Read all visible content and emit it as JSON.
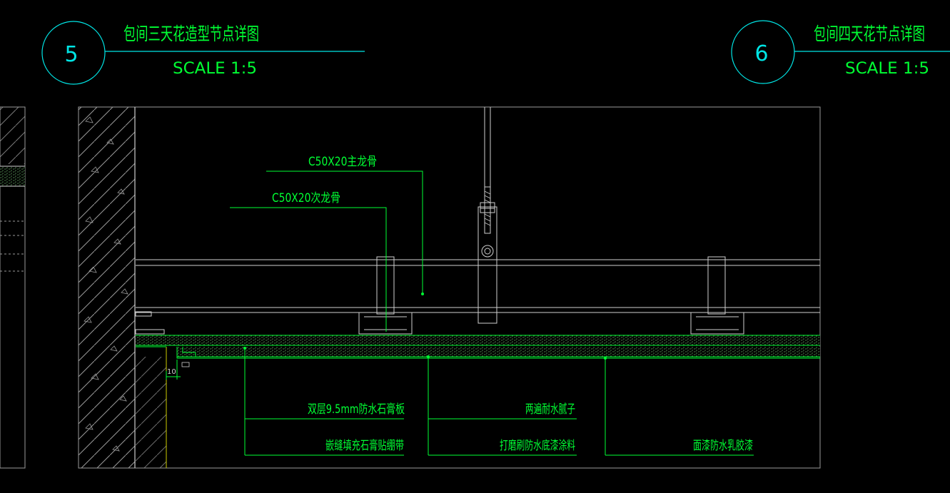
{
  "colors": {
    "background": "#000000",
    "cyan": "#00e5e5",
    "green": "#00ff33",
    "white": "#cfcfcf",
    "grey": "#9a9a9a"
  },
  "details": [
    {
      "number": "5",
      "title": "包间三天花造型节点详图",
      "scale": "SCALE 1:5"
    },
    {
      "number": "6",
      "title": "包间四天花节点详图",
      "scale": "SCALE 1:5"
    }
  ],
  "annotations": {
    "main_keel": "C50X20主龙骨",
    "secondary_keel": "C50X20次龙骨",
    "board": "双层9.5mm防水石膏板",
    "joint_tape": "嵌缝填充石膏贴绷带",
    "putty": "两遍耐水腻子",
    "primer": "打磨刷防水底漆涂料",
    "finish": "面漆防水乳胶漆",
    "gap_dim": "10"
  }
}
